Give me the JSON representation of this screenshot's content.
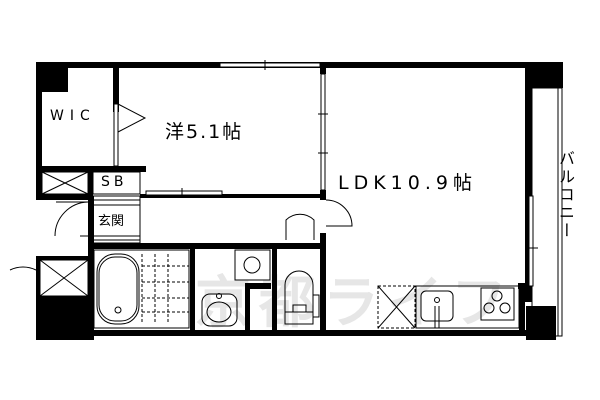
{
  "floorplan": {
    "rooms": {
      "western": "洋5.1帖",
      "ldk": "LDK10.9帖",
      "wic": "WIC",
      "sb": "SB",
      "entrance": "玄関",
      "balcony": "バルコニー"
    },
    "watermark": "京都ライフ",
    "colors": {
      "wall": "#000000",
      "background": "#ffffff",
      "watermark": "#e6e6e6"
    }
  }
}
